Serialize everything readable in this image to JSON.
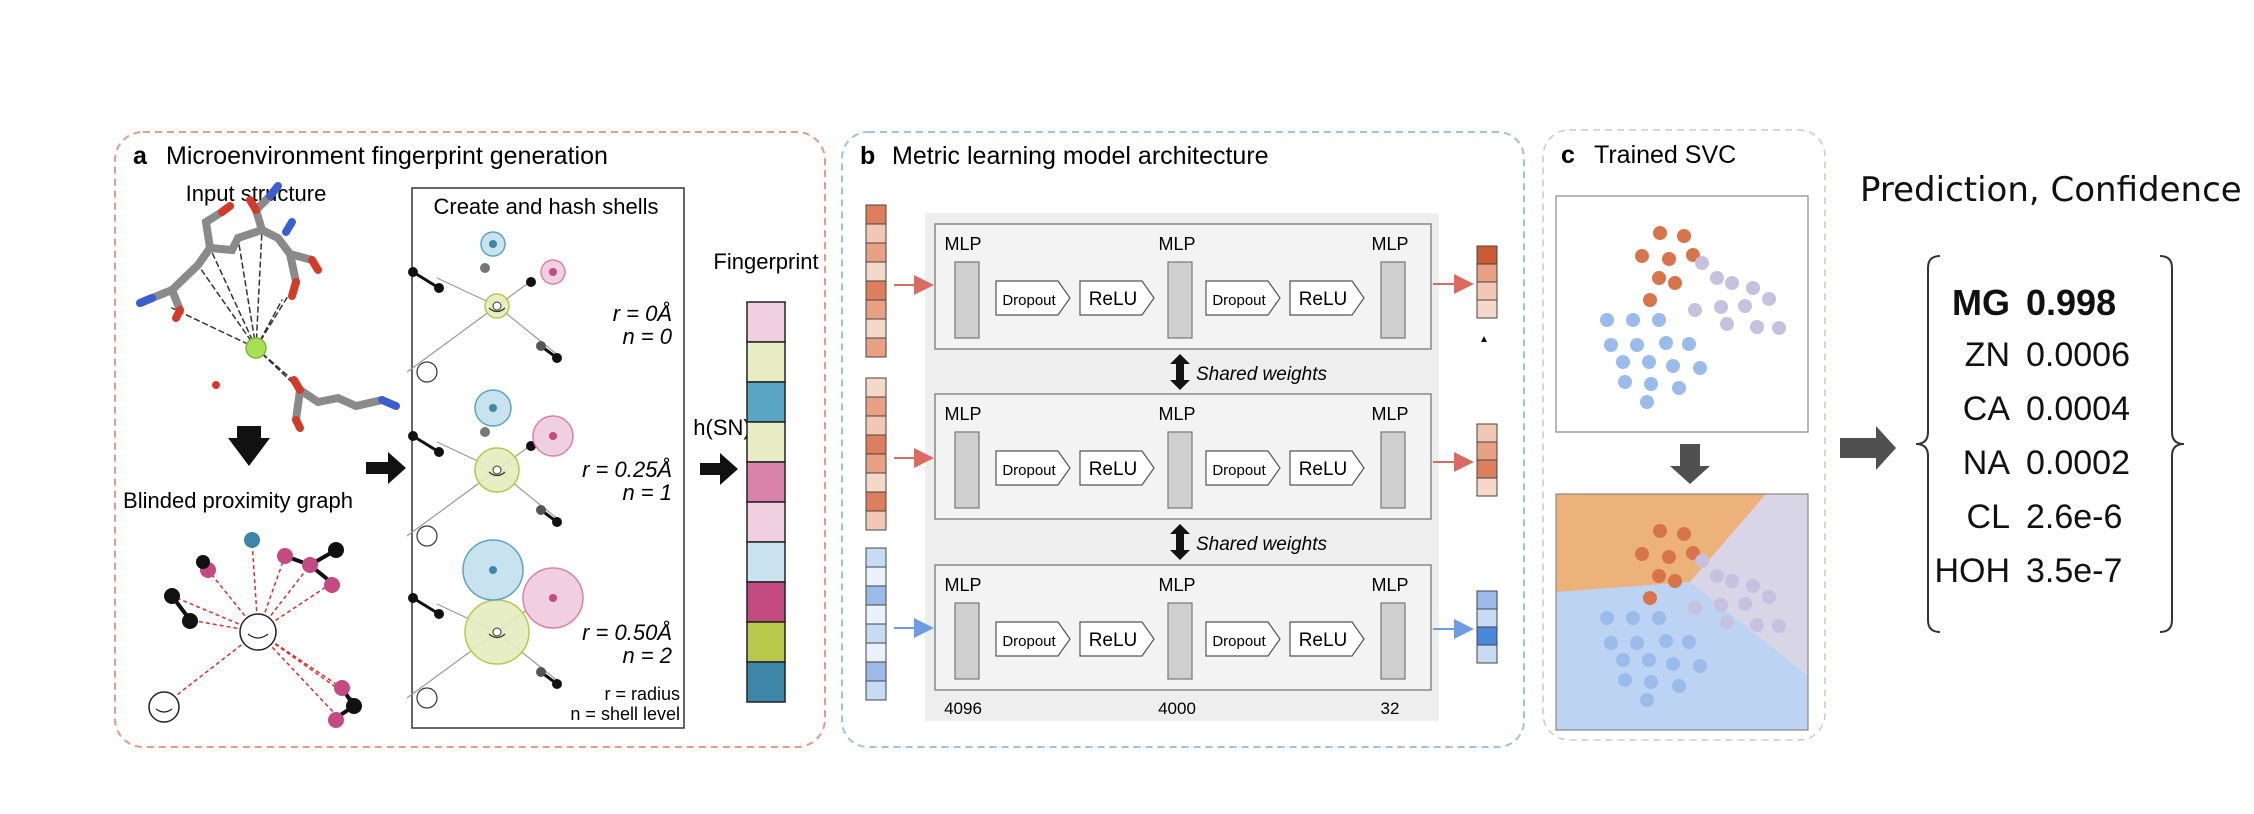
{
  "panel_a": {
    "letter": "a",
    "title": "Microenvironment fingerprint generation",
    "input_structure": "Input structure",
    "blinded_graph": "Blinded proximity graph",
    "create_hash": "Create and hash shells",
    "shells": [
      {
        "r": "r = 0Å",
        "n": "n = 0"
      },
      {
        "r": "r = 0.25Å",
        "n": "n = 1"
      },
      {
        "r": "r = 0.50Å",
        "n": "n = 2"
      }
    ],
    "legend_r": "r = radius",
    "legend_n": "n = shell level",
    "hash_fn": "h(SN)",
    "fingerprint": "Fingerprint",
    "fingerprint_colors": [
      "#f0cfe0",
      "#e8edc6",
      "#5aa4c4",
      "#e8edc6",
      "#d882aa",
      "#f0cfe0",
      "#c9e3ee",
      "#c44a82",
      "#b8c84a",
      "#3e86a8"
    ]
  },
  "panel_b": {
    "letter": "b",
    "title": "Metric learning model architecture",
    "mlp": "MLP",
    "dropout": "Dropout",
    "relu": "ReLU",
    "shared_weights": "Shared weights",
    "dims": [
      "4096",
      "4000",
      "32"
    ],
    "input_vectors": [
      [
        "#dd7f5c",
        "#f2c8b4",
        "#e9a183",
        "#f6d8ca",
        "#dd7f5c",
        "#e9a183",
        "#f6d8ca",
        "#e9a183"
      ],
      [
        "#f6d8ca",
        "#e9a183",
        "#f2c8b4",
        "#dd7f5c",
        "#e9a183",
        "#f6d8ca",
        "#dd7f5c",
        "#f2c8b4"
      ],
      [
        "#c8dbf5",
        "#eaf1fb",
        "#9bbcea",
        "#eaf1fb",
        "#c8dbf5",
        "#eaf1fb",
        "#9bbcea",
        "#c8dbf5"
      ]
    ],
    "output_vectors": [
      [
        "#cc5a36",
        "#e9a183",
        "#f2c8b4",
        "#f6d8ca"
      ],
      [
        "#f2c8b4",
        "#e9a183",
        "#dd7f5c",
        "#f6d8ca"
      ],
      [
        "#9bbcea",
        "#c8dbf5",
        "#4a86d9",
        "#c8dbf5"
      ]
    ]
  },
  "panel_c": {
    "letter": "c",
    "title": "Trained SVC",
    "region_colors": {
      "orange": "#edb27a",
      "blue": "#bcd3f3",
      "purple": "#d8d5e6"
    },
    "dot_colors": {
      "orange": "#d8744b",
      "blue": "#9bbcea",
      "purple": "#c5c1de"
    }
  },
  "prediction": {
    "title": "Prediction, Confidence",
    "rows": [
      {
        "el": "MG",
        "val": "0.998"
      },
      {
        "el": "ZN",
        "val": "0.0006"
      },
      {
        "el": "CA",
        "val": "0.0004"
      },
      {
        "el": "NA",
        "val": "0.0002"
      },
      {
        "el": "CL",
        "val": "2.6e-6"
      },
      {
        "el": "HOH",
        "val": "3.5e-7"
      }
    ]
  }
}
